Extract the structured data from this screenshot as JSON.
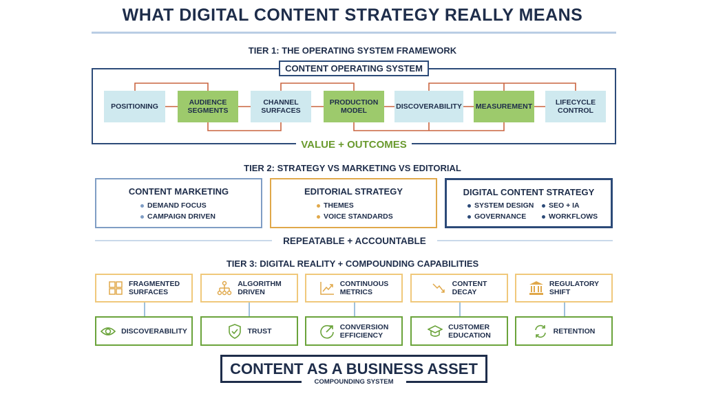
{
  "title": "WHAT DIGITAL CONTENT STRATEGY REALLY MEANS",
  "tier1": {
    "heading": "TIER 1: THE OPERATING SYSTEM FRAMEWORK",
    "label": "CONTENT OPERATING SYSTEM",
    "nodes": [
      {
        "l1": "POSITIONING",
        "l2": ""
      },
      {
        "l1": "AUDIENCE",
        "l2": "SEGMENTS"
      },
      {
        "l1": "CHANNEL",
        "l2": "SURFACES"
      },
      {
        "l1": "PRODUCTION",
        "l2": "MODEL"
      },
      {
        "l1": "DISCOVERABILITY",
        "l2": ""
      },
      {
        "l1": "MEASUREMENT",
        "l2": ""
      },
      {
        "l1": "LIFECYCLE",
        "l2": "CONTROL"
      }
    ],
    "outcome": "VALUE + OUTCOMES"
  },
  "tier2": {
    "heading": "TIER 2: STRATEGY VS MARKETING VS EDITORIAL",
    "boxes": [
      {
        "title": "CONTENT MARKETING",
        "items": [
          "DEMAND FOCUS",
          "CAMPAIGN DRIVEN"
        ]
      },
      {
        "title": "EDITORIAL STRATEGY",
        "items": [
          "THEMES",
          "VOICE STANDARDS"
        ]
      },
      {
        "title": "DIGITAL CONTENT STRATEGY",
        "items": [
          "SYSTEM DESIGN",
          "SEO + IA",
          "GOVERNANCE",
          "WORKFLOWS"
        ]
      }
    ],
    "divider": "REPEATABLE + ACCOUNTABLE"
  },
  "tier3": {
    "heading": "TIER 3: DIGITAL REALITY + COMPOUNDING CAPABILITIES",
    "realities": [
      {
        "l1": "FRAGMENTED",
        "l2": "SURFACES",
        "icon": "layout-icon"
      },
      {
        "l1": "ALGORITHM",
        "l2": "DRIVEN",
        "icon": "hierarchy-icon"
      },
      {
        "l1": "CONTINUOUS",
        "l2": "METRICS",
        "icon": "line-chart-icon"
      },
      {
        "l1": "CONTENT",
        "l2": "DECAY",
        "icon": "trend-down-icon"
      },
      {
        "l1": "REGULATORY",
        "l2": "SHIFT",
        "icon": "bank-icon"
      }
    ],
    "capabilities": [
      {
        "l1": "DISCOVERABILITY",
        "l2": "",
        "icon": "eye-icon"
      },
      {
        "l1": "TRUST",
        "l2": "",
        "icon": "shield-check-icon"
      },
      {
        "l1": "CONVERSION",
        "l2": "EFFICIENCY",
        "icon": "gauge-icon"
      },
      {
        "l1": "CUSTOMER",
        "l2": "EDUCATION",
        "icon": "graduation-cap-icon"
      },
      {
        "l1": "RETENTION",
        "l2": "",
        "icon": "refresh-icon"
      }
    ]
  },
  "footer": {
    "title": "CONTENT AS A BUSINESS ASSET",
    "subtitle": "COMPOUNDING SYSTEM"
  },
  "colors": {
    "navy": "#1e2d4a",
    "orange": "#c9633f",
    "green": "#6a9a2e",
    "amber": "#e0a84a"
  }
}
